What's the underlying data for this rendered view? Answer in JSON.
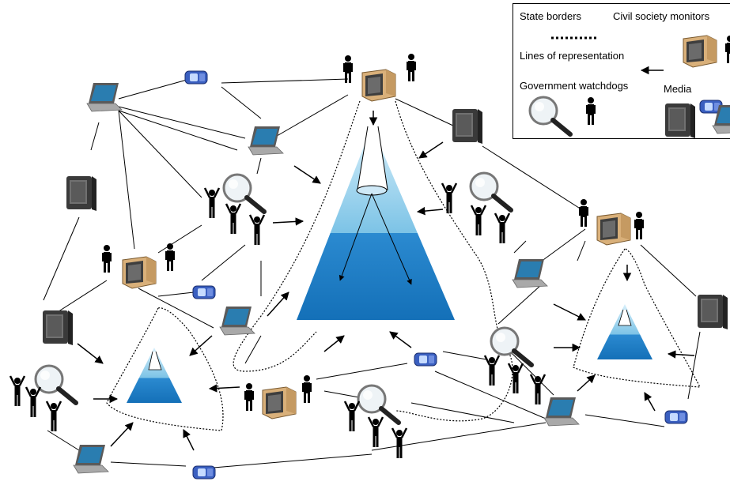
{
  "legend": {
    "state_borders": "State borders",
    "civil_society_monitors": "Civil society monitors",
    "lines_of_representation": "Lines of representation",
    "government_watchdogs": "Government watchdogs",
    "media": "Media"
  },
  "colors": {
    "pyramid_light": "#8fcdea",
    "pyramid_dark": "#1a7fc4",
    "laptop_screen": "#2a7db0",
    "phone_blue": "#3a5fc0",
    "tv_dark": "#3a3a3a",
    "computer_tan": "#d9b07a",
    "line": "#000000"
  },
  "icons": [
    "laptop-icon",
    "phone-icon",
    "tv-icon",
    "computer-icon",
    "person-icon",
    "magnifier-icon",
    "pyramid-icon"
  ]
}
